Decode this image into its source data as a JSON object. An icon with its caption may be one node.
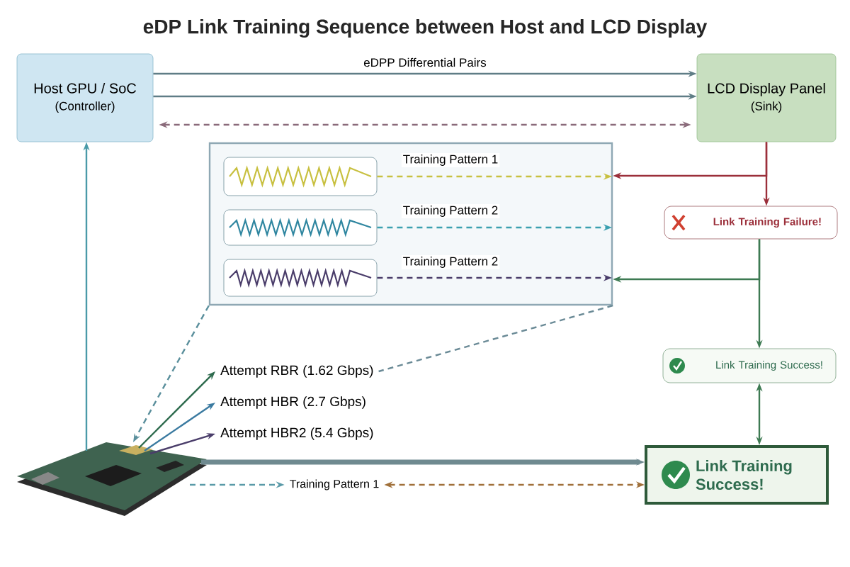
{
  "diagram": {
    "title": "eDP Link Training Sequence between Host and LCD Display",
    "nodes": [
      {
        "text": [
          "Host GPU / SoC",
          "(Controller)"
        ]
      },
      {
        "text": [
          "LCD Display Panel",
          "(Sink)"
        ]
      },
      {
        "text": [],
        "shape": "box"
      },
      {
        "text": [],
        "shape": "box",
        "in": 2
      },
      {
        "text": [],
        "shape": "box",
        "in": 2
      },
      {
        "text": [],
        "shape": "box",
        "in": 2
      },
      {
        "text": [
          "Link Training Failure!"
        ]
      },
      {
        "text": [
          "Link Training Success!"
        ]
      },
      {
        "text": [
          "Link Training Success!"
        ]
      },
      {
        "text": [],
        "shape": "picture"
      },
      {
        "text": [
          "Attempt RBR (1.62 Gbps)"
        ]
      },
      {
        "text": [
          "Attempt HBR (2.7 Gbps)"
        ]
      },
      {
        "text": [
          "Attempt HBR2 (5.4 Gbps)"
        ]
      },
      {
        "text": [
          "Training Pattern 1"
        ]
      }
    ],
    "edges": [
      {
        "from": 0,
        "to": 1,
        "arrow": "to",
        "label": "eDPP Differential Pairs",
        "color": "#5f7d86"
      },
      {
        "from": 0,
        "to": 1,
        "arrow": "to",
        "color": "#5f7d86"
      },
      {
        "from": 0,
        "to": 1,
        "arrow": "both",
        "style": "dashed",
        "color": "#8a6a7a"
      },
      {
        "from": 9,
        "to": 0,
        "arrow": "to",
        "color": "#4a9aa8"
      },
      {
        "from": 1,
        "to": 6,
        "arrow": "to",
        "color": "#9b2f3a"
      },
      {
        "from": 1,
        "to": 2,
        "arrow": "to",
        "color": "#9b2f3a"
      },
      {
        "from": 6,
        "to": 7,
        "arrow": "to",
        "color": "#3d7a52"
      },
      {
        "from": 6,
        "to": 2,
        "arrow": "to",
        "color": "#3d7a52"
      },
      {
        "from": 7,
        "to": 8,
        "arrow": "both",
        "color": "#3d7a52"
      },
      {
        "from": 9,
        "to": 10,
        "arrow": "to",
        "color": "#2e6b4e"
      },
      {
        "from": 9,
        "to": 11,
        "arrow": "to",
        "color": "#3a7aa0"
      },
      {
        "from": 9,
        "to": 12,
        "arrow": "to",
        "color": "#4a3d6a"
      },
      {
        "from": 2,
        "to": 9,
        "arrow": "to",
        "style": "dashed",
        "color": "#5a8f9c"
      },
      {
        "from": 2,
        "to": 10,
        "arrow": "none",
        "style": "dashed",
        "color": "#6a8a96"
      },
      {
        "from": 9,
        "to": 8,
        "arrow": "to",
        "style": "thick",
        "color": "#6f8a90"
      },
      {
        "from": 9,
        "to": 13,
        "arrow": "to",
        "style": "dashed",
        "color": "#5a9aa8"
      },
      {
        "from": 13,
        "to": 8,
        "arrow": "both",
        "style": "dashed",
        "color": "#a0703a"
      },
      {
        "from": 3,
        "to": null,
        "arrow": "to",
        "style": "dashed",
        "label": "Training Pattern 1",
        "color": "#c8c040"
      },
      {
        "from": 4,
        "to": null,
        "arrow": "to",
        "style": "dashed",
        "label": "Training Pattern 2",
        "color": "#3aa0b0"
      },
      {
        "from": 5,
        "to": null,
        "arrow": "to",
        "style": "dashed",
        "label": "Training Pattern 2",
        "color": "#4a3d6a"
      }
    ]
  }
}
